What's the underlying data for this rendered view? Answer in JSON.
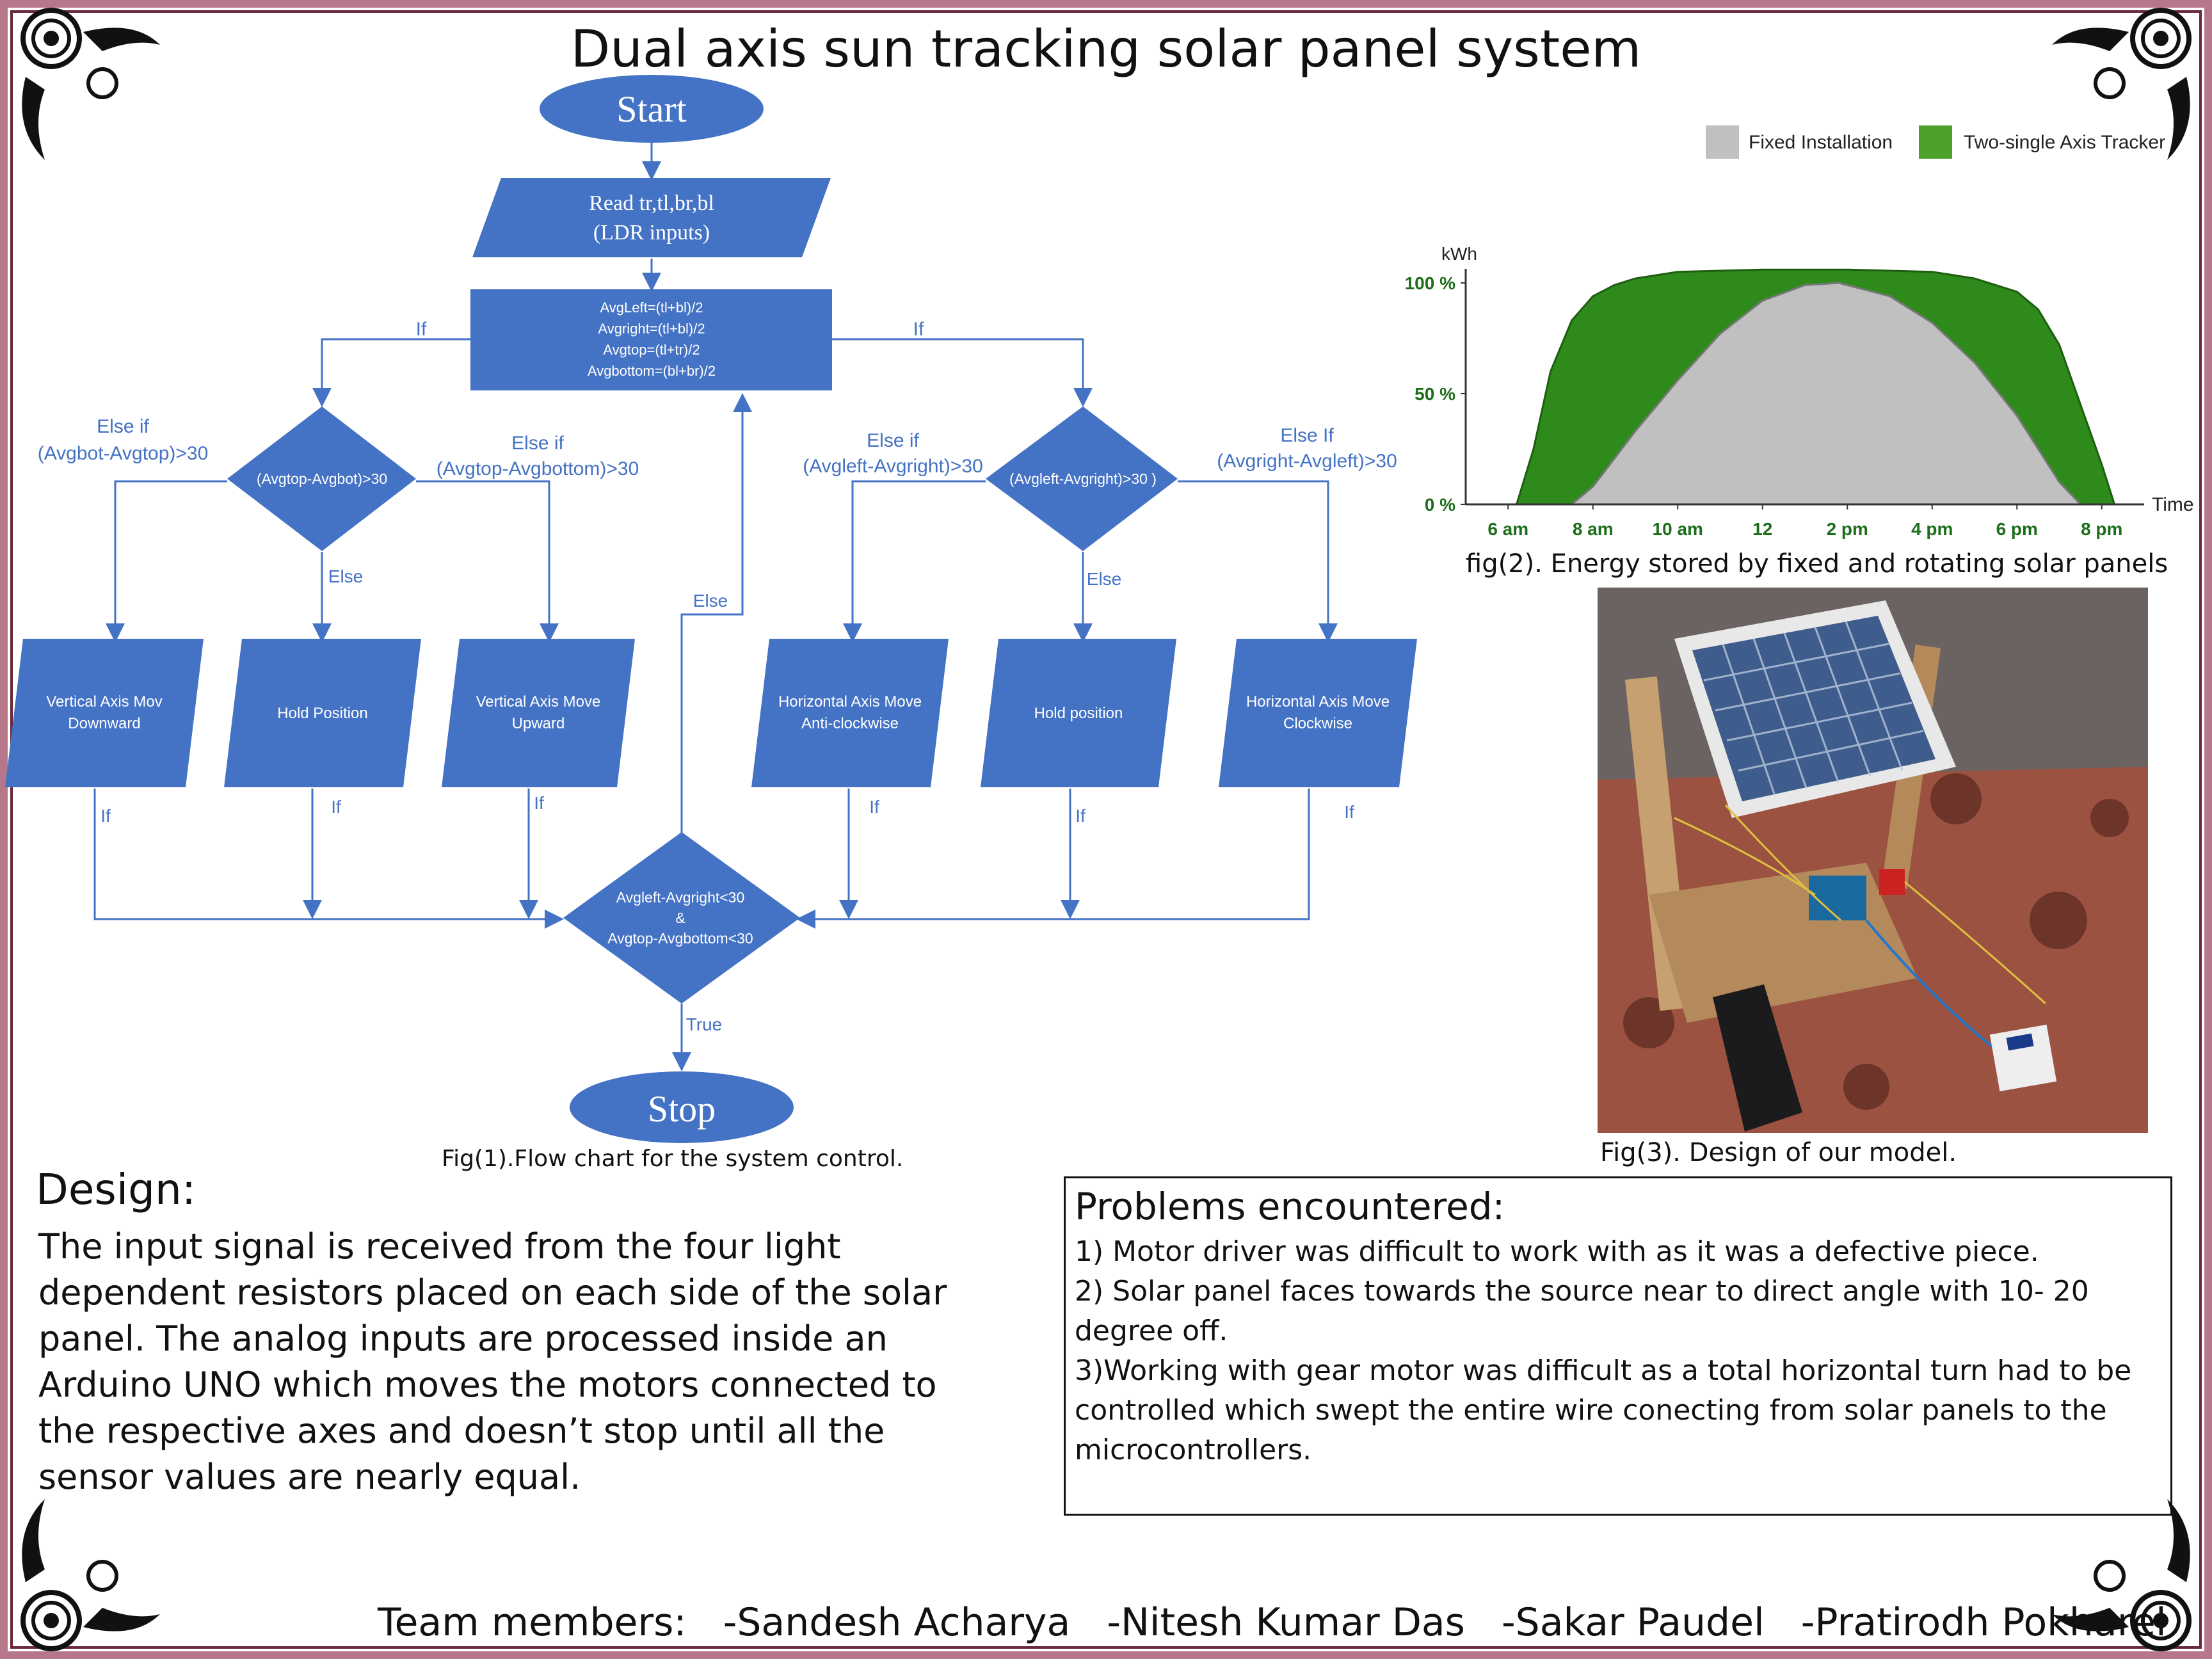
{
  "title": "Dual axis sun tracking solar panel system",
  "flowchart": {
    "start": "Start",
    "input_line1": "Read tr,tl,br,bl",
    "input_line2": "(LDR inputs)",
    "avg_lines": [
      "AvgLeft=(tl+bl)/2",
      "Avgright=(tl+bl)/2",
      "Avgtop=(tl+tr)/2",
      "Avgbottom=(bl+br)/2"
    ],
    "if_left": "If",
    "if_right": "If",
    "diamond_vertical": "(Avgtop-Avgbot)>30",
    "diamond_horizontal": "(Avgleft-Avgright)>30 )",
    "elseif_vert_left_1": "Else if",
    "elseif_vert_left_2": "(Avgbot-Avgtop)>30",
    "elseif_vert_right_1": "Else if",
    "elseif_vert_right_2": "(Avgtop-Avgbottom)>30",
    "elseif_horiz_left_1": "Else if",
    "elseif_horiz_left_2": "(Avgleft-Avgright)>30",
    "elseif_horiz_right_1": "Else If",
    "elseif_horiz_right_2": "(Avgright-Avgleft)>30",
    "else_vert": "Else",
    "else_horiz": "Else",
    "else_loop": "Else",
    "action_vdown_1": "Vertical Axis Mov",
    "action_vdown_2": "Downward",
    "action_hold_v": "Hold Position",
    "action_vup_1": "Vertical Axis Move",
    "action_vup_2": "Upward",
    "action_hanti_1": "Horizontal Axis Move",
    "action_hanti_2": "Anti-clockwise",
    "action_hold_h": "Hold position",
    "action_hcw_1": "Horizontal Axis Move",
    "action_hcw_2": "Clockwise",
    "if_label": "If",
    "final_1": "Avgleft-Avgright<30",
    "final_2": "&",
    "final_3": "Avgtop-Avgbottom<30",
    "true_label": "True",
    "stop": "Stop",
    "caption": "Fig(1).Flow chart for the system control."
  },
  "chart_data": {
    "type": "area",
    "title": "",
    "xlabel": "Time",
    "ylabel": "kWh",
    "x_ticks": [
      "6 am",
      "8 am",
      "10 am",
      "12",
      "2 pm",
      "4 pm",
      "6 pm",
      "8 pm"
    ],
    "y_ticks": [
      "0 %",
      "50 %",
      "100 %"
    ],
    "ylim": [
      0,
      100
    ],
    "legend_position": "top-right",
    "series": [
      {
        "name": "Fixed Installation",
        "color": "#c0c0c0",
        "x": [
          7.5,
          8,
          9,
          10,
          11,
          12,
          13,
          13.8,
          15,
          16,
          17,
          18,
          19,
          19.5
        ],
        "values": [
          0,
          8,
          33,
          56,
          77,
          92,
          99,
          100,
          94,
          82,
          64,
          40,
          10,
          0
        ]
      },
      {
        "name": "Two-single Axis Tracker",
        "color": "#4ea12c",
        "x": [
          6.2,
          6.6,
          7,
          7.5,
          8,
          8.5,
          9,
          10,
          12,
          14,
          16,
          17,
          18,
          18.5,
          19,
          19.5,
          20,
          20.3
        ],
        "values": [
          0,
          25,
          60,
          83,
          94,
          99,
          102,
          105,
          106,
          106,
          105,
          102,
          96,
          88,
          72,
          45,
          18,
          0
        ]
      }
    ],
    "caption": "fig(2). Energy stored by fixed and rotating solar panels"
  },
  "photo_caption": "Fig(3). Design of our model.",
  "design": {
    "heading": "Design:",
    "body": "The input signal is received from the four light dependent resistors placed on each side of the solar panel. The analog inputs are processed inside an Arduino UNO which moves the motors connected to the respective axes and doesn’t stop until all the sensor values are nearly equal."
  },
  "problems": {
    "heading": "Problems encountered:",
    "items": [
      "1)  Motor driver was difficult to work with as it was a defective piece.",
      "2) Solar panel faces towards the source near to direct angle with 10- 20 degree off.",
      "3)Working with gear motor was difficult as a total horizontal turn had to be controlled which swept the entire wire conecting from solar panels to the microcontrollers."
    ]
  },
  "team": {
    "label": "Team members:",
    "members": [
      "-Sandesh Acharya",
      "-Nitesh Kumar Das",
      "-Sakar Paudel",
      "-Pratirodh Pokharel"
    ]
  },
  "colors": {
    "flow_blue": "#4472c4",
    "border": "#b7778a",
    "tracker_green": "#4ea12c",
    "fixed_gray": "#c0c0c0"
  }
}
